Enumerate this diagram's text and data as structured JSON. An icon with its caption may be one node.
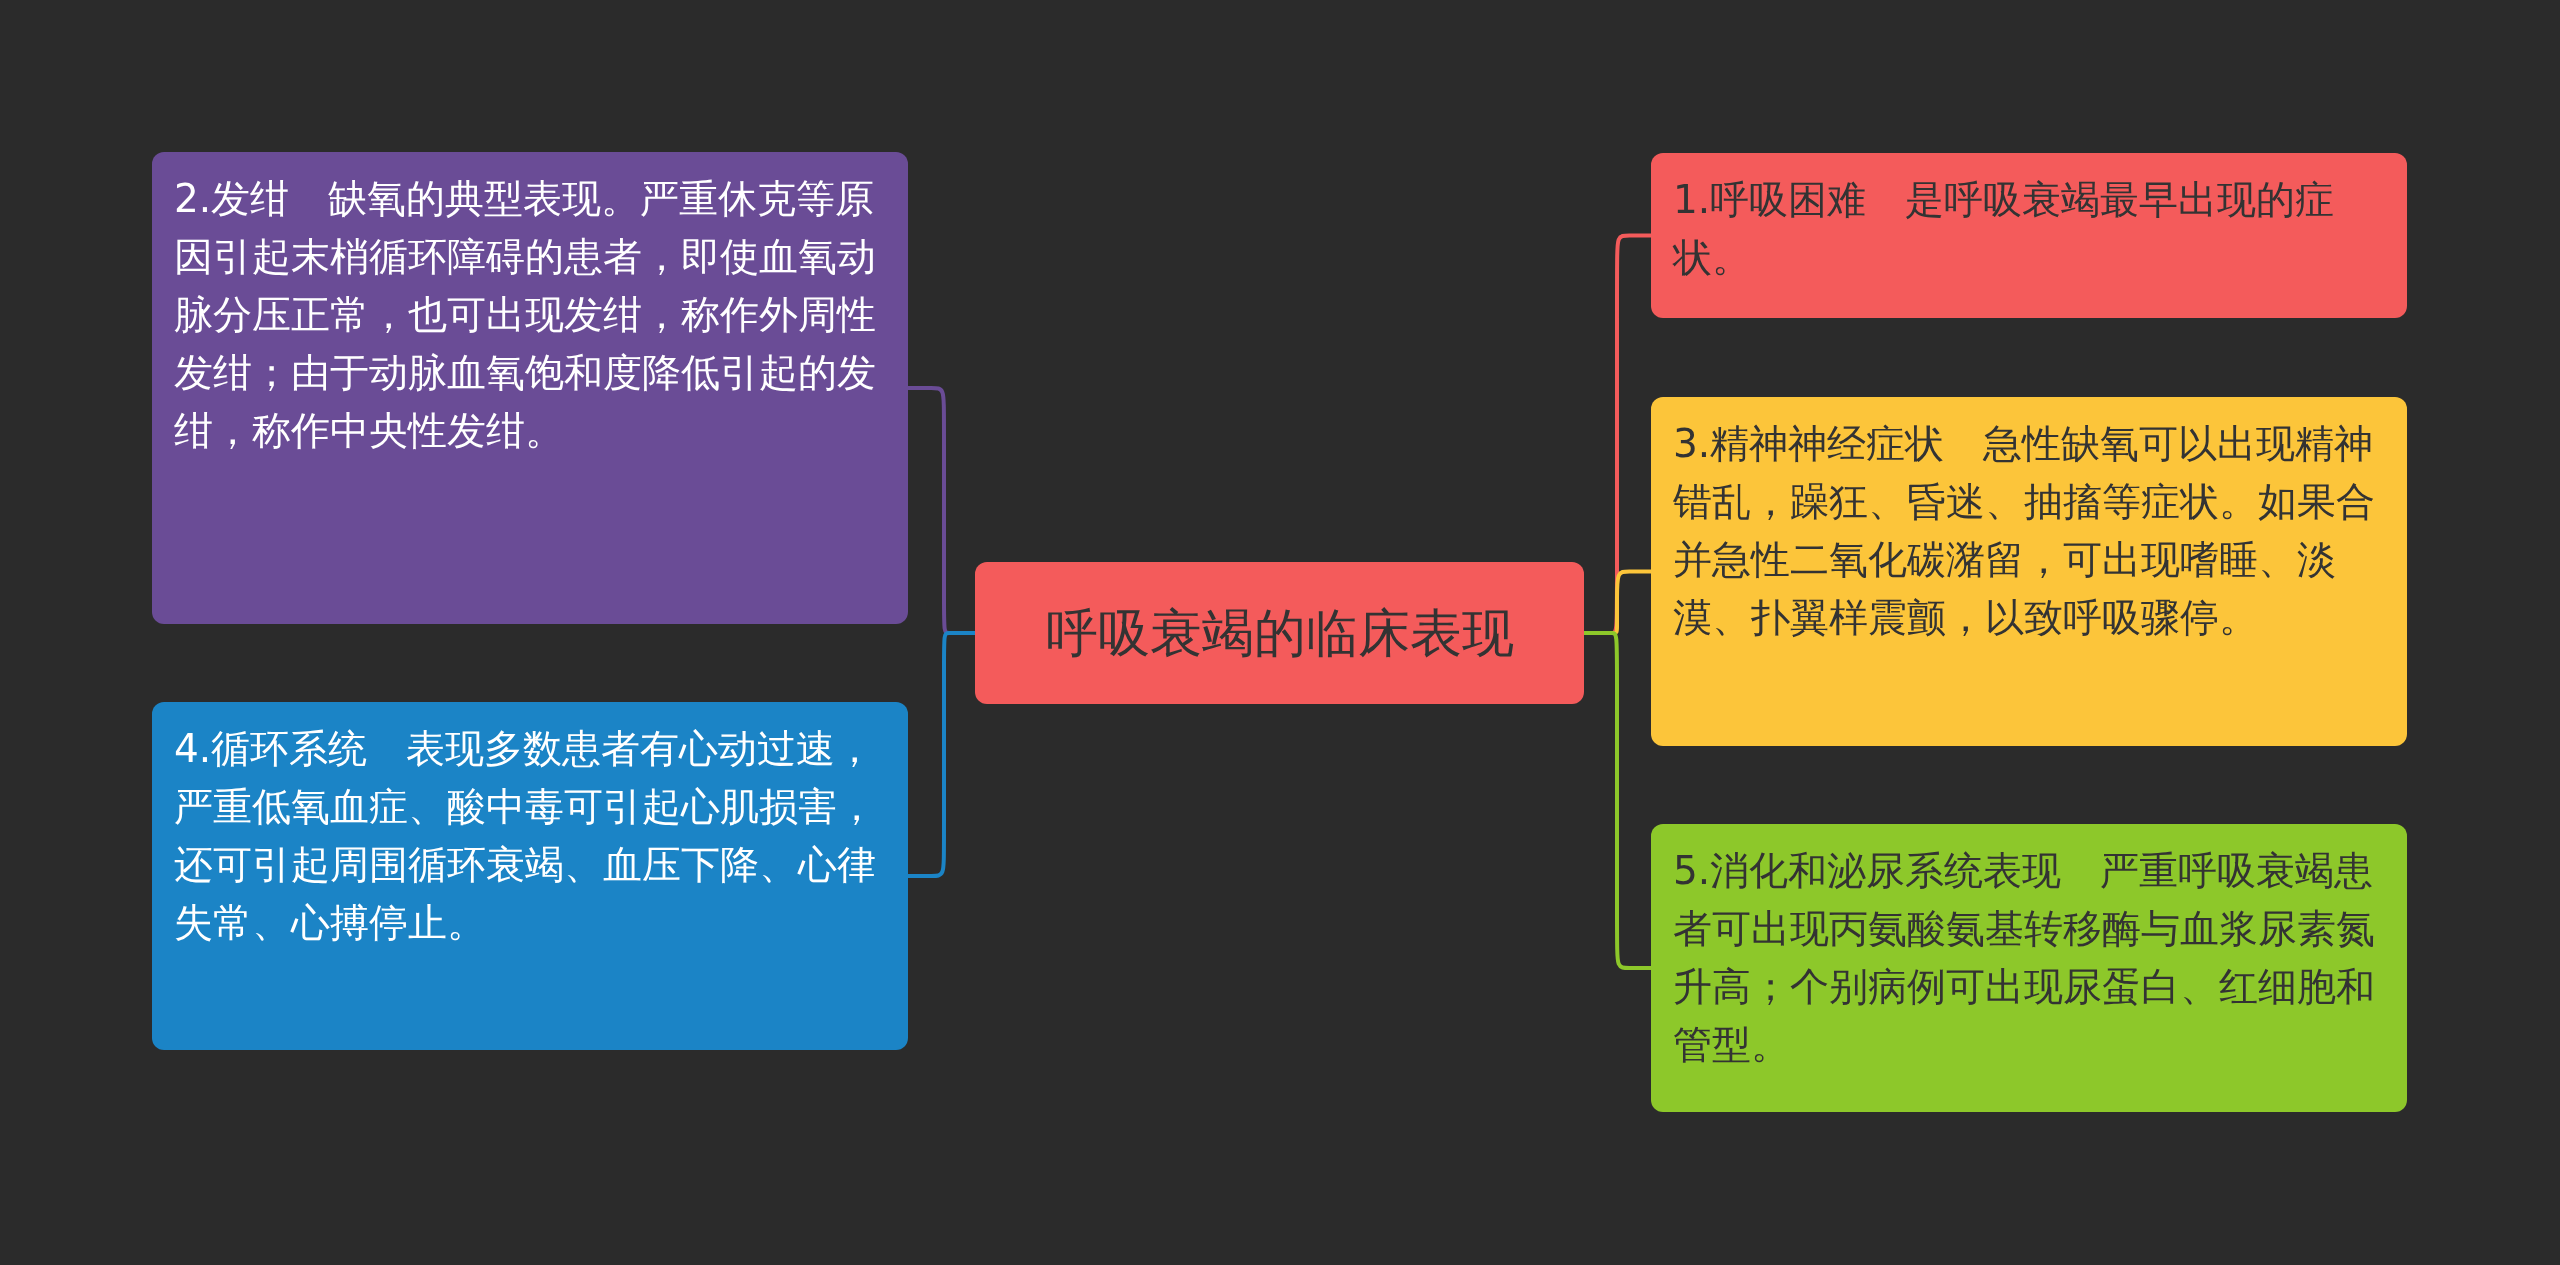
{
  "diagram": {
    "nodes": [
      {
        "text": [
          "呼吸衰竭的临床表现"
        ]
      },
      {
        "text": [
          "1.呼吸困难　是呼吸衰竭最早出现的症状。"
        ]
      },
      {
        "text": [
          "2.发绀　缺氧的典型表现。严重休克等原因引起末梢循环障碍的患者，即使血氧动脉分压正常，也可出现发绀，称作外周性发绀；由于动脉血氧饱和度降低引起的发绀，称作中央性发绀。"
        ]
      },
      {
        "text": [
          "3.精神神经症状　急性缺氧可以出现精神错乱，躁狂、昏迷、抽搐等症状。如果合并急性二氧化碳潴留，可出现嗜睡、淡漠、扑翼样震颤，以致呼吸骤停。"
        ]
      },
      {
        "text": [
          "4.循环系统　表现多数患者有心动过速，严重低氧血症、酸中毒可引起心肌损害，还可引起周围循环衰竭、血压下降、心律失常、心搏停止。"
        ]
      },
      {
        "text": [
          "5.消化和泌尿系统表现　严重呼吸衰竭患者可出现丙氨酸氨基转移酶与血浆尿素氮升高；个别病例可出现尿蛋白、红细胞和管型。"
        ]
      }
    ],
    "edges": [
      {
        "from": 0,
        "to": 1,
        "arrow": "none",
        "color": "#f45b5b"
      },
      {
        "from": 0,
        "to": 2,
        "arrow": "none",
        "color": "#6a4c96"
      },
      {
        "from": 0,
        "to": 3,
        "arrow": "none",
        "color": "#fcc53a"
      },
      {
        "from": 0,
        "to": 4,
        "arrow": "none",
        "color": "#1b84c6"
      },
      {
        "from": 0,
        "to": 5,
        "arrow": "none",
        "color": "#8dc82a"
      }
    ]
  }
}
